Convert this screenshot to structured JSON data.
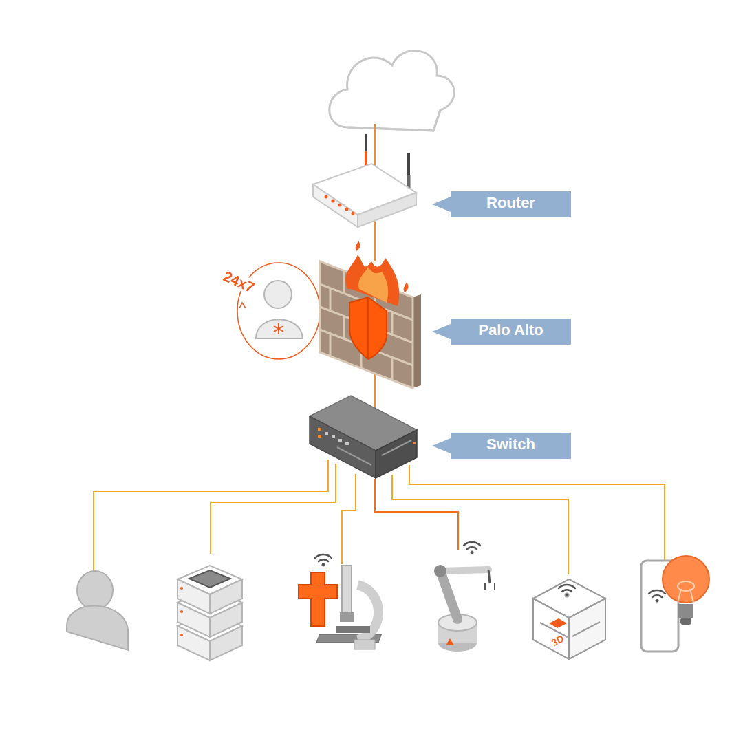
{
  "diagram": {
    "nodes": [
      {
        "text": [
          "Router"
        ]
      },
      {
        "text": [
          "Palo Alto"
        ]
      },
      {
        "text": [
          "Switch"
        ]
      }
    ],
    "labels": [
      "24x7",
      "3D"
    ]
  }
}
